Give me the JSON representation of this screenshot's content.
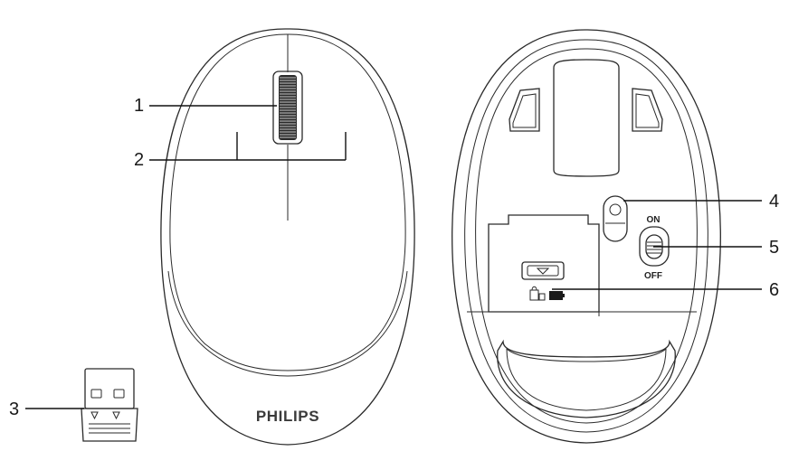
{
  "figure": {
    "brand": "PHILIPS",
    "switch_on": "ON",
    "switch_off": "OFF"
  },
  "callouts": {
    "c1": "1",
    "c2": "2",
    "c3": "3",
    "c4": "4",
    "c5": "5",
    "c6": "6"
  },
  "icons": {
    "battery_compartment": "receiver-storage-icon",
    "battery": "battery-icon"
  }
}
